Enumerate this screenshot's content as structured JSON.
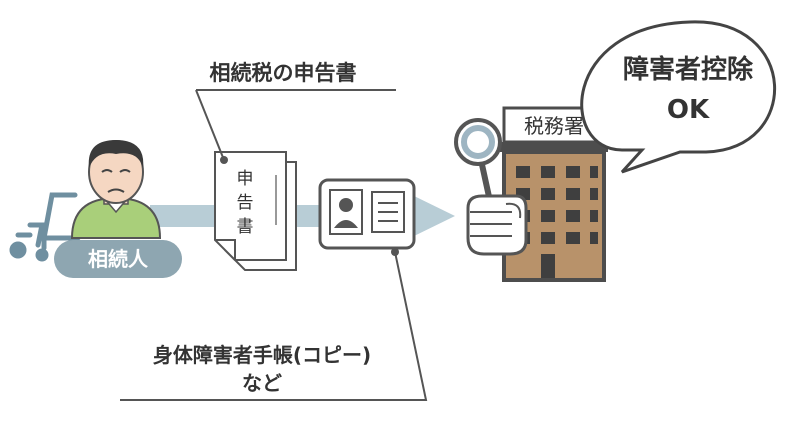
{
  "labels": {
    "tax_return": "相続税の申告書",
    "heir": "相続人",
    "doc_line1": "申",
    "doc_line2": "告",
    "doc_line3": "書",
    "tax_office": "税務署",
    "speech_line1": "障害者控除",
    "speech_line2": "OK",
    "disability_handbook_line1": "身体障害者手帳(コピー)",
    "disability_handbook_line2": "など"
  },
  "colors": {
    "outline": "#555555",
    "arrow": "#b8cdd6",
    "heir_badge": "#8ea6b1",
    "building_body": "#b8926a",
    "building_frame": "#4d4d4d",
    "window": "#3f3f3f",
    "skin": "#f5d7c2",
    "hair": "#3a3a3a",
    "shirt": "#a9cf7a",
    "wheelchair": "#6f8fa0",
    "paddle_ring": "#9eb5c2",
    "text": "#333333"
  },
  "icons": [
    "person-icon",
    "wheelchair-icon",
    "document-icon",
    "id-card-icon",
    "building-icon",
    "ok-paddle-icon",
    "speech-bubble"
  ]
}
